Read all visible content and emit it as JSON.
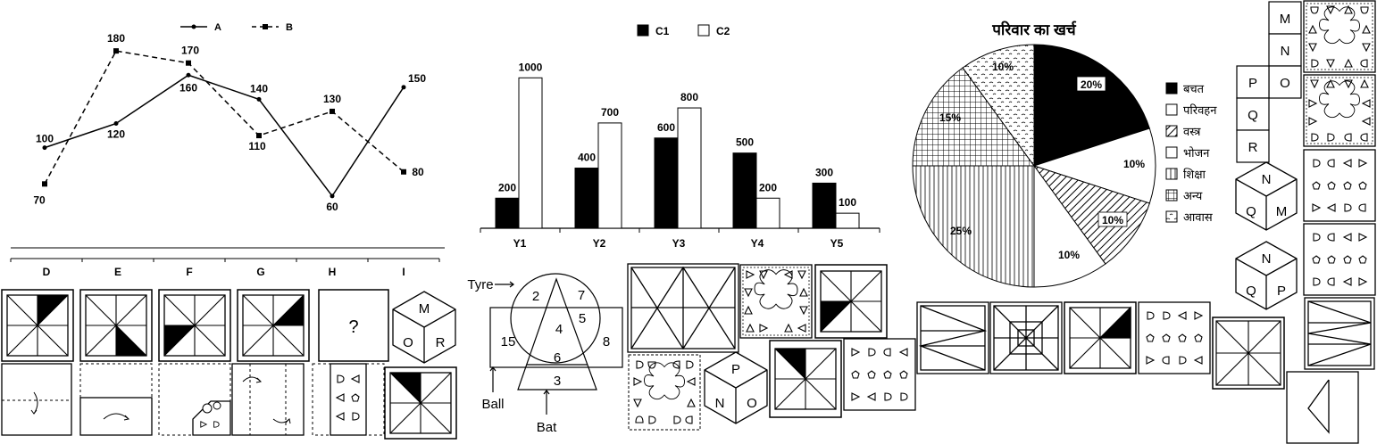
{
  "line_chart": {
    "legend_a": "A",
    "legend_b": "B",
    "series_a_labels": [
      "100",
      "120",
      "160",
      "140",
      "60",
      "150"
    ],
    "series_b_labels": [
      "70",
      "180",
      "170",
      "110",
      "130",
      "80"
    ]
  },
  "bar_chart": {
    "legend_c1": "C1",
    "legend_c2": "C2",
    "categories": [
      "Y1",
      "Y2",
      "Y3",
      "Y4",
      "Y5"
    ],
    "c1_labels": [
      "200",
      "400",
      "600",
      "500",
      "300"
    ],
    "c2_labels": [
      "1000",
      "700",
      "800",
      "200",
      "100"
    ]
  },
  "pie_chart": {
    "title": "परिवार का खर्च",
    "slice_labels": [
      "20%",
      "10%",
      "10%",
      "10%",
      "25%",
      "15%",
      "10%"
    ],
    "legend": [
      "बचत",
      "परिवहन",
      "वस्त्र",
      "भोजन",
      "शिक्षा",
      "अन्य",
      "आवास"
    ]
  },
  "figure_series": {
    "column_labels": [
      "D",
      "E",
      "F",
      "G",
      "H",
      "I"
    ],
    "question_mark": "?",
    "cube_faces": [
      "M",
      "O",
      "R"
    ]
  },
  "venn": {
    "labels": [
      "Tyre",
      "Ball",
      "Bat"
    ],
    "numbers": [
      "2",
      "7",
      "4",
      "5",
      "15",
      "8",
      "6",
      "3"
    ]
  },
  "cubes_middle": {
    "faces": [
      "P",
      "N",
      "O"
    ]
  },
  "right_dice": {
    "net_letters": [
      "M",
      "N",
      "P",
      "O",
      "Q",
      "R"
    ],
    "cube1": [
      "N",
      "Q",
      "M"
    ],
    "cube2": [
      "N",
      "Q",
      "P"
    ]
  },
  "chart_data": [
    {
      "type": "line",
      "categories": [
        "",
        "",
        "",
        "",
        "",
        ""
      ],
      "series": [
        {
          "name": "A",
          "values": [
            100,
            120,
            160,
            140,
            60,
            150
          ]
        },
        {
          "name": "B",
          "values": [
            70,
            180,
            170,
            110,
            130,
            80
          ]
        }
      ],
      "title": "",
      "xlabel": "",
      "ylabel": "",
      "ylim": [
        40,
        200
      ],
      "grid": false,
      "legend": "top"
    },
    {
      "type": "bar",
      "categories": [
        "Y1",
        "Y2",
        "Y3",
        "Y4",
        "Y5"
      ],
      "series": [
        {
          "name": "C1",
          "values": [
            200,
            400,
            600,
            500,
            300
          ]
        },
        {
          "name": "C2",
          "values": [
            1000,
            700,
            800,
            200,
            100
          ]
        }
      ],
      "title": "",
      "xlabel": "",
      "ylabel": "",
      "ylim": [
        0,
        1150
      ],
      "grid": false,
      "legend": "top"
    },
    {
      "type": "pie",
      "title": "परिवार का खर्च",
      "labels": [
        "बचत",
        "परिवहन",
        "वस्त्र",
        "भोजन",
        "शिक्षा",
        "अन्य",
        "आवास"
      ],
      "values": [
        20,
        10,
        10,
        10,
        25,
        15,
        10
      ],
      "legend": "right"
    }
  ]
}
